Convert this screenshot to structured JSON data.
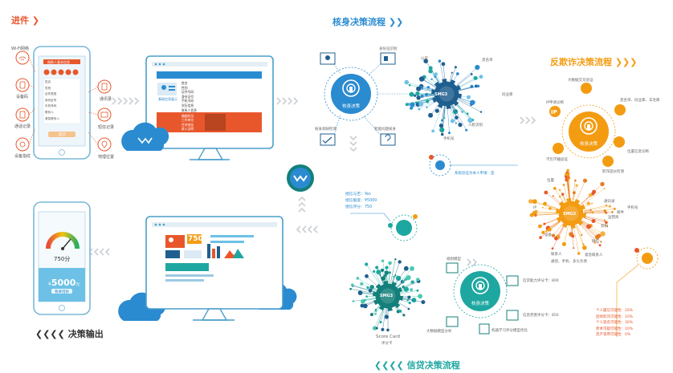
{
  "colors": {
    "teal": "#1ea7a0",
    "dark_teal": "#137f7a",
    "blue": "#2a8bd1",
    "dark_blue": "#1f5f8f",
    "orange": "#f39c12",
    "red": "#e8572c",
    "light_blue": "#6dc1e6",
    "frame": "#4a9ecb"
  },
  "sections": {
    "input": "进件",
    "identity": "核身决策流程",
    "antifraud": "反欺诈决策流程",
    "credit": "信贷决策流程",
    "output": "决策输出"
  },
  "input_sources": {
    "left": [
      "Wi-Fi网络",
      "设备码",
      "通话记录",
      "设备指纹"
    ],
    "right": [
      "通讯录",
      "短信记录",
      "地理位置"
    ]
  },
  "phone_form": {
    "header": "借款人基本信息",
    "rows": [
      "姓名",
      "性别",
      "证件类型",
      "身份证号",
      "手机号码",
      "联系人",
      "紧急联系人"
    ],
    "submit": "提交"
  },
  "monitor_form": {
    "side_label": "基础信息展示",
    "rows": [
      "姓名",
      "性别",
      "证件号码",
      "身份证号",
      "手机号码",
      "学历信息",
      "联系人信息"
    ],
    "lower_rows": [
      "婚姻状况",
      "工作单位",
      "住宅地址",
      "收入证明"
    ]
  },
  "identity": {
    "hub": "核身决策",
    "smg": "SMG3",
    "items": [
      "身份证识别",
      "核身调研检测",
      "智能问题核身"
    ],
    "net_labels": [
      "公安",
      "黑名单",
      "同业库",
      "人脸识别",
      "手机号"
    ],
    "result": "系统验证为本人申请：是"
  },
  "antifraud": {
    "hub": "核身决策",
    "smg": "SMG3",
    "top_label": "大数据交叉验证",
    "items": [
      "IP申请诊断",
      "黑名单、同业库、羊毛库",
      "学历学籍验证",
      "位置信息诊断",
      "欺诈团伙检测"
    ],
    "net_labels": [
      "位置",
      "IP",
      "设备",
      "联系人",
      "紧急联系人",
      "微信",
      "装机",
      "运营商",
      "邮件",
      "手机号",
      "通讯录",
      "通话、手机、多头负债"
    ],
    "results": [
      "个人履信可能性：20%",
      "团体欺诈可能性：10%",
      "个人冒名可能性：30%",
      "原本可疑可能性：10%",
      "黑产冒用可能性：0%"
    ]
  },
  "decision": {
    "lines": [
      "授信与否：Yes",
      "授信额度：¥5000",
      "授信评分：750"
    ]
  },
  "credit": {
    "hub": "核身决策",
    "smg": "SMG3",
    "scorecard": "Score Card",
    "scorecard_sub": "评分卡",
    "items": [
      "规则模型",
      "大数据模型分析",
      "机器学习评分模型优化"
    ],
    "scores": [
      "信贷能力评分卡：800",
      "信息完善评分卡：850"
    ]
  },
  "output": {
    "score": "750分",
    "currency": "¥",
    "amount": "5000",
    "unit": "元",
    "button": "我要借款",
    "monitor_score": "750"
  }
}
